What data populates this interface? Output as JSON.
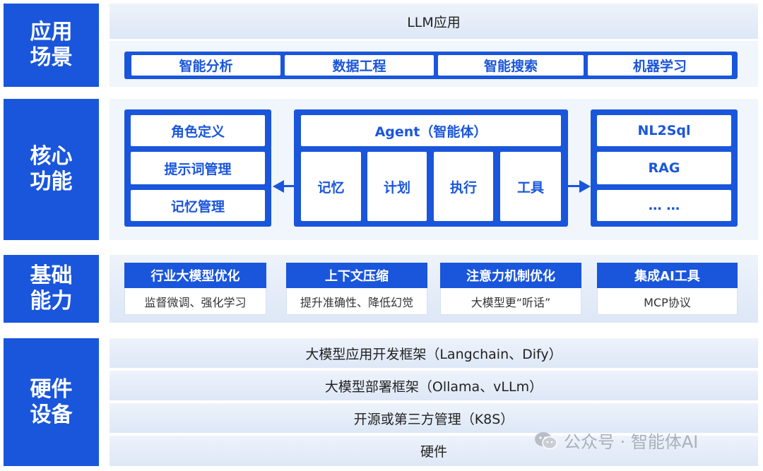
{
  "sections": {
    "application": {
      "label_line1": "应用",
      "label_line2": "场景",
      "top_band": "LLM应用",
      "items": [
        "智能分析",
        "数据工程",
        "智能搜索",
        "机器学习"
      ]
    },
    "core": {
      "label_line1": "核心",
      "label_line2": "功能",
      "left_items": [
        "角色定义",
        "提示词管理",
        "记忆管理"
      ],
      "agent_title": "Agent（智能体）",
      "agent_items": [
        "记忆",
        "计划",
        "执行",
        "工具"
      ],
      "right_items": [
        "NL2Sql",
        "RAG",
        "… …"
      ]
    },
    "foundation": {
      "label_line1": "基础",
      "label_line2": "能力",
      "cards": [
        {
          "title": "行业大模型优化",
          "desc": "监督微调、强化学习"
        },
        {
          "title": "上下文压缩",
          "desc": "提升准确性、降低幻觉"
        },
        {
          "title": "注意力机制优化",
          "desc": "大模型更“听话”"
        },
        {
          "title": "集成AI工具",
          "desc": "MCP协议"
        }
      ]
    },
    "hardware": {
      "label_line1": "硬件",
      "label_line2": "设备",
      "rows": [
        "大模型应用开发框架（Langchain、Dify）",
        "大模型部署框架（Ollama、vLLm）",
        "开源或第三方管理（K8S）",
        "硬件"
      ]
    }
  },
  "watermark": {
    "text": "公众号 · 智能体AI",
    "icon": "wechat-icon"
  },
  "colors": {
    "primary": "#1a56db"
  }
}
